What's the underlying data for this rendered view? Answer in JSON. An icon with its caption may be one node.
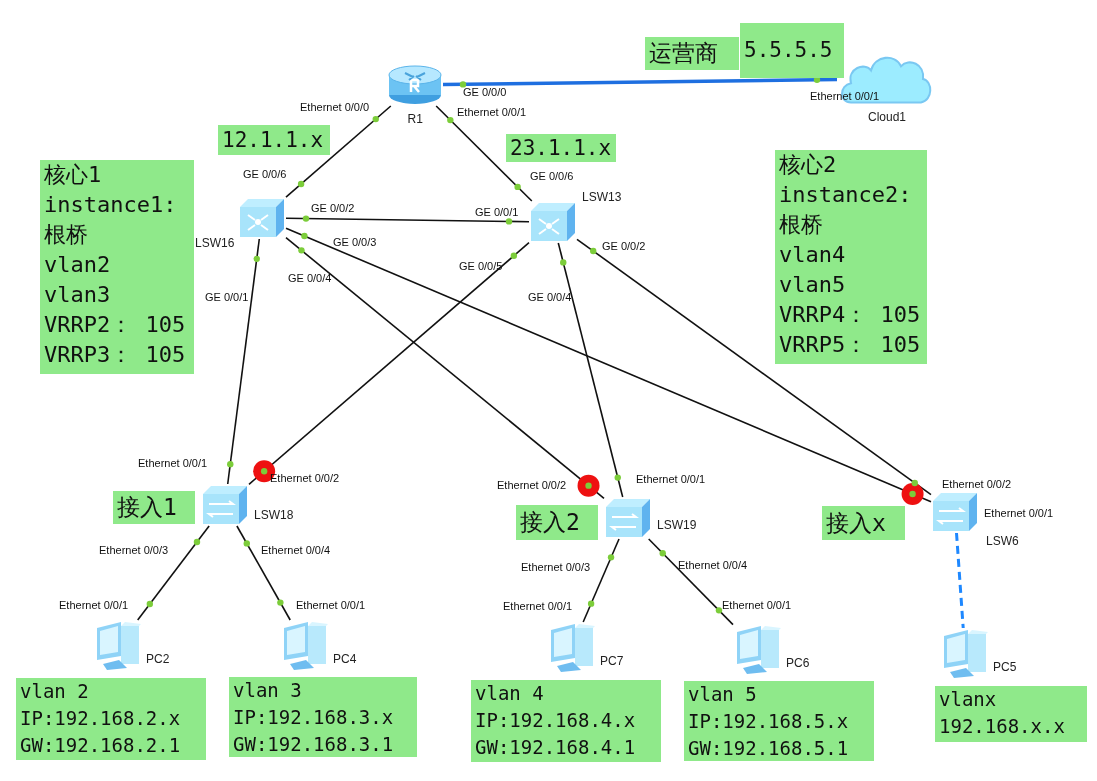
{
  "diagram": {
    "nodes": [
      {
        "text": [
          "5.5.5.5"
        ]
      },
      {
        "text": [
          "运营商"
        ]
      },
      {
        "text": [],
        "shape": "cylinder",
        "beside": [
          "R1"
        ]
      },
      {
        "text": [],
        "shape": "cloud",
        "beside": [
          "Cloud1"
        ]
      },
      {
        "text": [
          "12.1.1.x"
        ]
      },
      {
        "text": [
          "23.1.1.x"
        ]
      },
      {
        "text": [
          "核心2",
          "instance2:",
          "根桥",
          "vlan4",
          "vlan5",
          "VRRP4： 105",
          "VRRP5： 105"
        ]
      },
      {
        "text": [
          "核心1",
          "instance1:",
          "根桥",
          "vlan2",
          "vlan3",
          "VRRP2： 105",
          "VRRP3： 105"
        ]
      },
      {
        "text": [],
        "shape": "picture",
        "beside": [
          "LSW16"
        ]
      },
      {
        "text": [],
        "shape": "picture",
        "beside": [
          "LSW13"
        ]
      },
      {
        "text": [],
        "shape": "picture",
        "beside": [
          "LSW18"
        ]
      },
      {
        "text": [
          "接入1"
        ]
      },
      {
        "text": [],
        "shape": "picture",
        "beside": [
          "LSW19"
        ]
      },
      {
        "text": [
          "接入2"
        ]
      },
      {
        "text": [],
        "shape": "picture",
        "beside": [
          "LSW6"
        ]
      },
      {
        "text": [
          "接入x"
        ]
      },
      {
        "text": [],
        "shape": "picture",
        "beside": [
          "PC2"
        ]
      },
      {
        "text": [],
        "shape": "picture",
        "beside": [
          "PC4"
        ]
      },
      {
        "text": [],
        "shape": "picture",
        "beside": [
          "PC7"
        ]
      },
      {
        "text": [],
        "shape": "picture",
        "beside": [
          "PC6"
        ]
      },
      {
        "text": [],
        "shape": "picture",
        "beside": [
          "PC5"
        ]
      },
      {
        "text": [
          "vlan 2",
          "IP:192.168.2.x",
          "GW:192.168.2.1"
        ]
      },
      {
        "text": [
          "vlan 3",
          "IP:192.168.3.x",
          "GW:192.168.3.1"
        ]
      },
      {
        "text": [
          "vlan 4",
          "IP:192.168.4.x",
          "GW:192.168.4.1"
        ]
      },
      {
        "text": [
          "vlan 5",
          "IP:192.168.5.x",
          "GW:192.168.5.1"
        ]
      },
      {
        "text": [
          "vlanx",
          "192.168.x.x"
        ]
      }
    ],
    "edges": [
      {
        "from": 2,
        "to": 3,
        "arrow": "none",
        "style": "thick",
        "color": "#1e6fe0"
      },
      {
        "from": 2,
        "to": 8,
        "arrow": "none"
      },
      {
        "from": 2,
        "to": 9,
        "arrow": "none"
      },
      {
        "from": 8,
        "to": 9,
        "arrow": "none"
      },
      {
        "from": 8,
        "to": 10,
        "arrow": "none"
      },
      {
        "from": 8,
        "to": 12,
        "arrow": "none"
      },
      {
        "from": 8,
        "to": 14,
        "arrow": "none"
      },
      {
        "from": 9,
        "to": 10,
        "arrow": "none"
      },
      {
        "from": 9,
        "to": 12,
        "arrow": "none"
      },
      {
        "from": 9,
        "to": 14,
        "arrow": "none"
      },
      {
        "from": 10,
        "to": 16,
        "arrow": "none"
      },
      {
        "from": 10,
        "to": 17,
        "arrow": "none"
      },
      {
        "from": 12,
        "to": 18,
        "arrow": "none"
      },
      {
        "from": 12,
        "to": 19,
        "arrow": "none"
      },
      {
        "from": 14,
        "to": 20,
        "arrow": "none",
        "style": "dashed",
        "color": "#1e88ff"
      }
    ],
    "labels": [
      "GE 0/0/0",
      "Ethernet 0/0/1",
      "Ethernet 0/0/0",
      "Ethernet 0/0/1",
      "GE 0/0/6",
      "GE 0/0/6",
      "GE 0/0/2",
      "GE 0/0/1",
      "GE 0/0/3",
      "GE 0/0/2",
      "GE 0/0/5",
      "GE 0/0/4",
      "GE 0/0/1",
      "GE 0/0/4",
      "Ethernet 0/0/1",
      "Ethernet 0/0/2",
      "Ethernet 0/0/2",
      "Ethernet 0/0/1",
      "Ethernet 0/0/2",
      "Ethernet 0/0/1",
      "Ethernet 0/0/3",
      "Ethernet 0/0/4",
      "Ethernet 0/0/3",
      "Ethernet 0/0/4",
      "Ethernet 0/0/1",
      "Ethernet 0/0/1",
      "Ethernet 0/0/1",
      "Ethernet 0/0/1"
    ]
  }
}
